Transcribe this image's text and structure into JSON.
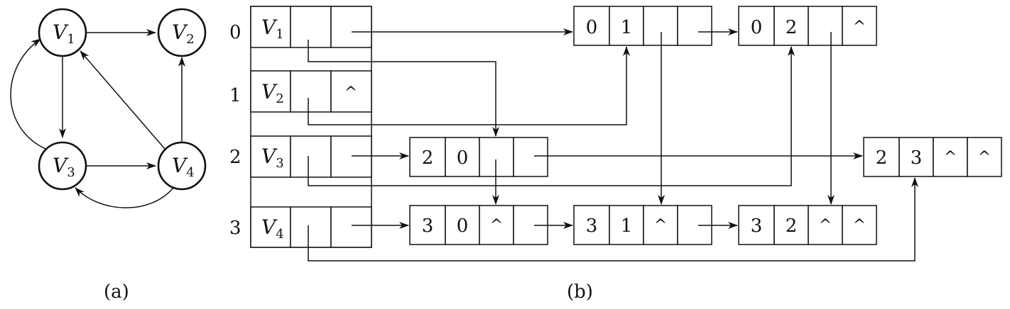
{
  "figure": {
    "graph": {
      "caption": "(a)",
      "nodes": [
        {
          "base": "V",
          "sub": "1"
        },
        {
          "base": "V",
          "sub": "2"
        },
        {
          "base": "V",
          "sub": "3"
        },
        {
          "base": "V",
          "sub": "4"
        }
      ]
    },
    "list": {
      "caption": "(b)",
      "rows": [
        {
          "index": "0",
          "base": "V",
          "sub": "1",
          "last": ""
        },
        {
          "index": "1",
          "base": "V",
          "sub": "2",
          "last": "^"
        },
        {
          "index": "2",
          "base": "V",
          "sub": "3",
          "last": ""
        },
        {
          "index": "3",
          "base": "V",
          "sub": "4",
          "last": ""
        }
      ],
      "arcs": [
        {
          "tail": "0",
          "head": "1",
          "hlink": "",
          "tlink": ""
        },
        {
          "tail": "0",
          "head": "2",
          "hlink": "",
          "tlink": "^"
        },
        {
          "tail": "2",
          "head": "0",
          "hlink": "",
          "tlink": ""
        },
        {
          "tail": "2",
          "head": "3",
          "hlink": "^",
          "tlink": "^"
        },
        {
          "tail": "3",
          "head": "0",
          "hlink": "^",
          "tlink": ""
        },
        {
          "tail": "3",
          "head": "1",
          "hlink": "^",
          "tlink": ""
        },
        {
          "tail": "3",
          "head": "2",
          "hlink": "^",
          "tlink": "^"
        }
      ]
    }
  }
}
